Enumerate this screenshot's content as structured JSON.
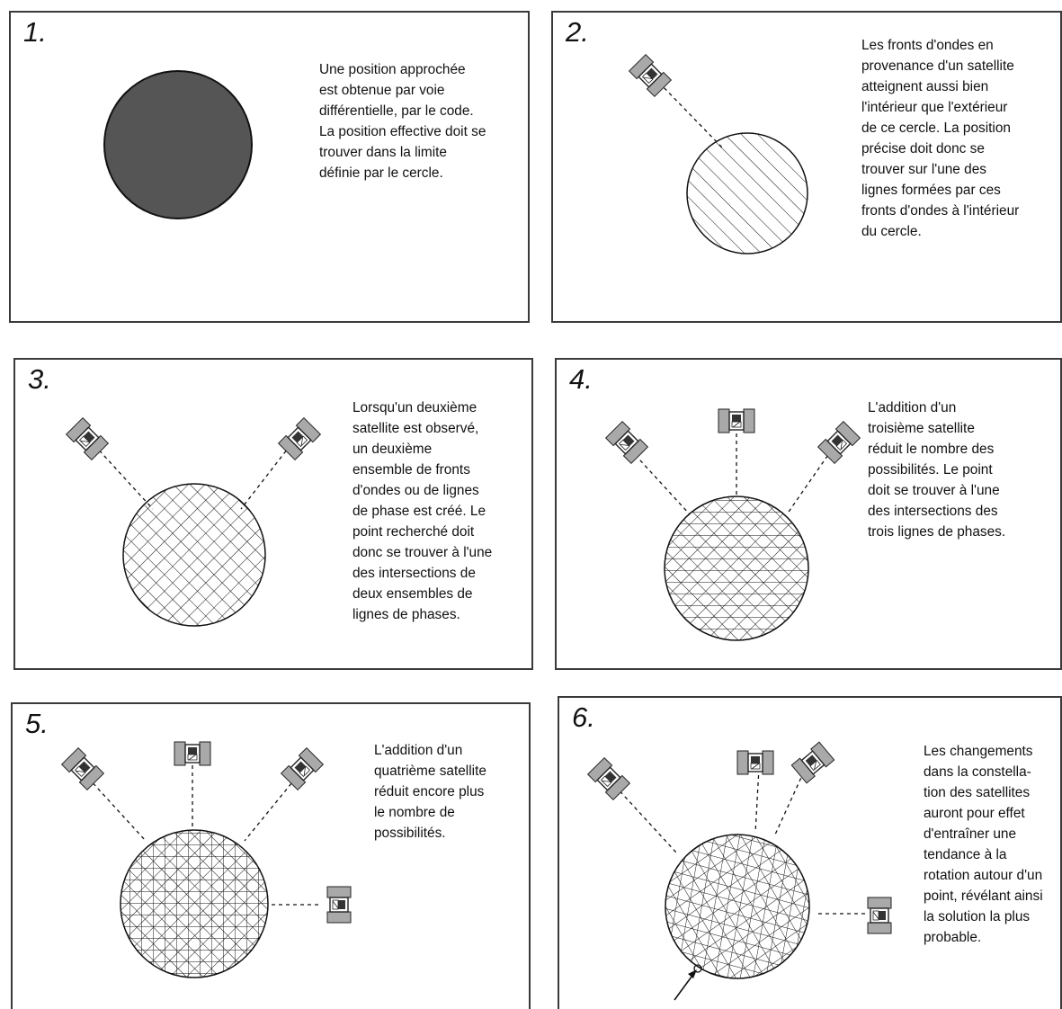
{
  "panels": [
    {
      "number": "1.",
      "text": "Une position approchée\nest obtenue par voie\ndifférentielle, par le code.\nLa position effective doit se\ntrouver dans la limite\ndéfinie par le cercle."
    },
    {
      "number": "2.",
      "text": "Les fronts d'ondes en\nprovenance d'un satellite\natteignent aussi bien\nl'intérieur que l'extérieur\nde ce cercle. La position\nprécise doit donc se\ntrouver sur l'une des\nlignes formées par ces\nfronts d'ondes à l'intérieur\ndu cercle."
    },
    {
      "number": "3.",
      "text": "Lorsqu'un deuxième\nsatellite est observé,\nun deuxième\nensemble de fronts\nd'ondes ou de lignes\nde phase est créé. Le\npoint recherché doit\ndonc se trouver à l'une\ndes intersections de\ndeux ensembles de\nlignes de phases."
    },
    {
      "number": "4.",
      "text": "L'addition d'un\ntroisième satellite\nréduit le nombre des\npossibilités. Le point\ndoit se trouver à l'une\ndes intersections des\ntrois lignes de phases."
    },
    {
      "number": "5.",
      "text": "L'addition d'un\nquatrième satellite\nréduit encore plus\nle nombre de\npossibilités."
    },
    {
      "number": "6.",
      "text": "Les changements\ndans la constella-\ntion des satellites\nauront pour effet\nd'entraîner une\ntendance à la\nrotation autour d'un\npoint, révélant ainsi\nla solution la plus\nprobable."
    }
  ],
  "colors": {
    "solid_circle": "#555555",
    "border": "#3a3a3a",
    "satellite_panel": "#a9a9a9"
  }
}
